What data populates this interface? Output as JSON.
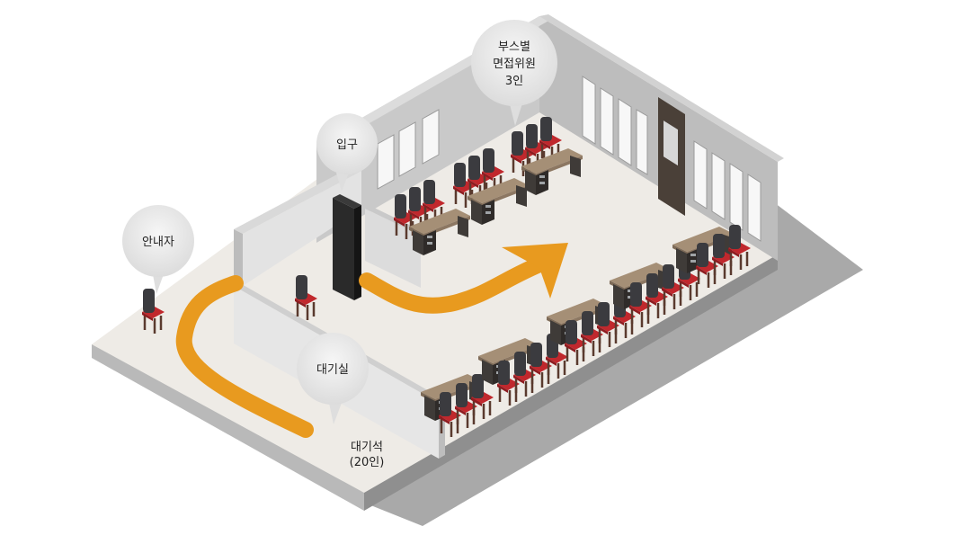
{
  "labels": {
    "guide": "안내자",
    "entrance": "입구",
    "booth_committee": [
      "부스별",
      "면접위원",
      "3인"
    ],
    "waiting_room": "대기실",
    "waiting_seats": [
      "대기석",
      "(20인)"
    ]
  },
  "colors": {
    "floor": "#eeebe6",
    "shadow": "#a9a9a9",
    "wall_light": "#e3e3e3",
    "wall_dark": "#c8c8c8",
    "arrow": "#e89a1f",
    "desk_top": "#a58f76",
    "desk_body": "#3f3b38",
    "chair_seat": "#c0282d",
    "chair_back": "#3b3b3f",
    "bubble": "#eeeeee"
  },
  "icons": [
    "speech-bubble-icon",
    "chair-icon",
    "desk-icon",
    "arrow-icon",
    "window-icon",
    "door-icon"
  ]
}
